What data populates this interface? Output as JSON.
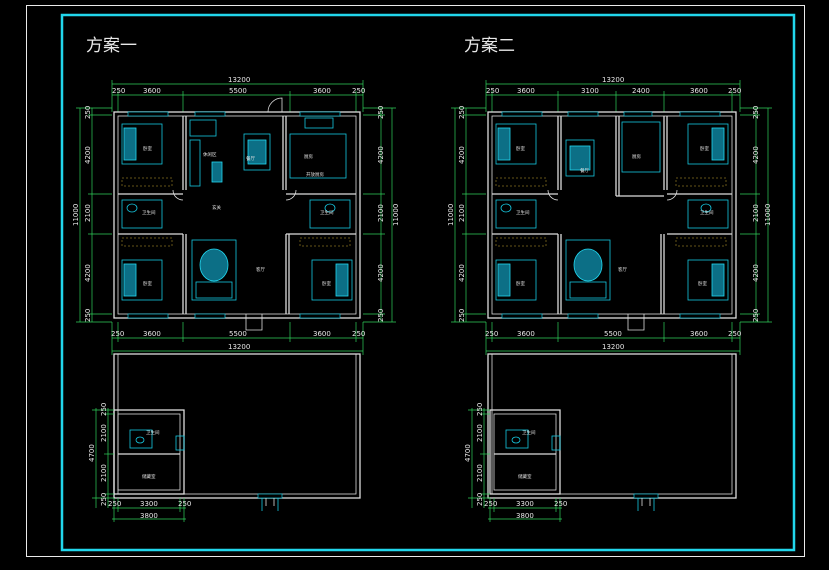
{
  "scheme_titles": [
    "方案一",
    "方案二"
  ],
  "scheme1": {
    "top_total": "13200",
    "top_segments": [
      "250",
      "3600",
      "5500",
      "3600",
      "250"
    ],
    "bottom_segments": [
      "250",
      "3600",
      "5500",
      "3600",
      "250"
    ],
    "bottom_total": "13200",
    "side_total": "11000",
    "side_segments": [
      "250",
      "4200",
      "2100",
      "4200",
      "250"
    ],
    "rooms": {
      "bed_tl": "卧室",
      "dining": "餐厅",
      "kitchen": "厨房",
      "kitchen_sub": "开放厨房",
      "lounge": "休闲区",
      "entry": "玄关",
      "bath_l": "卫生间",
      "bath_r": "卫生间",
      "bed_bl": "卧室",
      "living": "客厅",
      "bed_br": "卧室"
    }
  },
  "scheme2": {
    "top_total": "13200",
    "top_segments": [
      "250",
      "3600",
      "3100",
      "2400",
      "3600",
      "250"
    ],
    "bottom_segments": [
      "250",
      "3600",
      "5500",
      "3600",
      "250"
    ],
    "bottom_total": "13200",
    "side_total": "11000",
    "side_segments": [
      "250",
      "4200",
      "2100",
      "4200",
      "250"
    ],
    "rooms": {
      "bed_tl": "卧室",
      "dining": "餐厅",
      "kitchen": "厨房",
      "bed_tr": "卧室",
      "bath_l": "卫生间",
      "bath_r": "卫生间",
      "bed_bl": "卧室",
      "living": "客厅",
      "bed_br": "卧室"
    }
  },
  "annex": {
    "side_segments": [
      "250",
      "2100",
      "2100",
      "250"
    ],
    "side_total": "4700",
    "bottom_segments": [
      "250",
      "3300",
      "250"
    ],
    "bottom_total": "3800",
    "rooms": {
      "bath": "卫生间",
      "storage": "储藏室"
    }
  }
}
